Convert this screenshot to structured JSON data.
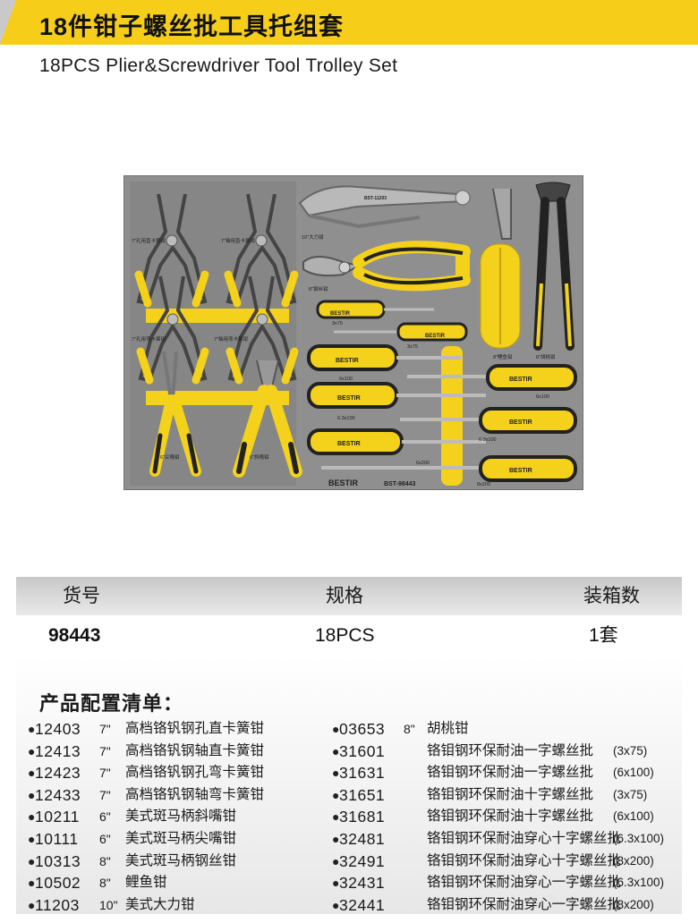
{
  "header": {
    "title_cn": "18件钳子螺丝批工具托组套",
    "title_en": "18PCS Plier&Screwdriver Tool Trolley Set"
  },
  "colors": {
    "accent": "#f6ce1a",
    "tray": "#8f8f8f",
    "table_head": "#d4d4d4"
  },
  "tray_labels": {
    "plier1": "7\"孔用直卡簧钳",
    "plier2": "7\"轴用直卡簧钳",
    "plier3": "7\"孔用弯卡簧钳",
    "plier4": "7\"轴用弯卡簧钳",
    "long_nose": "6\"尖嘴钳",
    "diagonal": "6\"斜嘴钳",
    "locking": "10\"大力钳",
    "combination": "8\"钢丝钳",
    "slip_joint": "8\"鲤鱼钳",
    "end_cutter": "8\"胡桃钳",
    "sd_3x75_a": "3x75",
    "sd_3x75_b": "3x75",
    "sd_6x100_a": "6x100",
    "sd_6x100_b": "6x100",
    "sd_63x100_a": "6.3x100",
    "sd_63x100_b": "6.3x100",
    "sd_6x200": "6x200",
    "sd_8x200": "8x200",
    "brand": "BESTIR",
    "model": "BST-98443",
    "locking_mark": "BST-11203"
  },
  "spec_table": {
    "headers": [
      "货号",
      "规格",
      "装箱数"
    ],
    "row": [
      "98443",
      "18PCS",
      "1套"
    ]
  },
  "contents": {
    "title": "产品配置清单：",
    "left": [
      {
        "code": "12403",
        "size": "7\"",
        "desc": "高档铬钒钢孔直卡簧钳"
      },
      {
        "code": "12413",
        "size": "7\"",
        "desc": "高档铬钒钢轴直卡簧钳"
      },
      {
        "code": "12423",
        "size": "7\"",
        "desc": "高档铬钒钢孔弯卡簧钳"
      },
      {
        "code": "12433",
        "size": "7\"",
        "desc": "高档铬钒钢轴弯卡簧钳"
      },
      {
        "code": "10211",
        "size": "6\"",
        "desc": "美式斑马柄斜嘴钳"
      },
      {
        "code": "10111",
        "size": "6\"",
        "desc": "美式斑马柄尖嘴钳"
      },
      {
        "code": "10313",
        "size": "8\"",
        "desc": "美式斑马柄钢丝钳"
      },
      {
        "code": "10502",
        "size": "8\"",
        "desc": "鲤鱼钳"
      },
      {
        "code": "11203",
        "size": "10\"",
        "desc": "美式大力钳"
      }
    ],
    "right": [
      {
        "code": "03653",
        "size": "8\"",
        "desc": "胡桃钳",
        "dim": ""
      },
      {
        "code": "31601",
        "size": "",
        "desc": "铬钼钢环保耐油一字螺丝批",
        "dim": "(3x75)"
      },
      {
        "code": "31631",
        "size": "",
        "desc": "铬钼钢环保耐油一字螺丝批",
        "dim": "(6x100)"
      },
      {
        "code": "31651",
        "size": "",
        "desc": "铬钼钢环保耐油十字螺丝批",
        "dim": "(3x75)"
      },
      {
        "code": "31681",
        "size": "",
        "desc": "铬钼钢环保耐油十字螺丝批",
        "dim": "(6x100)"
      },
      {
        "code": "32481",
        "size": "",
        "desc": "铬钼钢环保耐油穿心十字螺丝批",
        "dim": "(6.3x100)"
      },
      {
        "code": "32491",
        "size": "",
        "desc": "铬钼钢环保耐油穿心十字螺丝批",
        "dim": "(8x200)"
      },
      {
        "code": "32431",
        "size": "",
        "desc": "铬钼钢环保耐油穿心一字螺丝批",
        "dim": "(6.3x100)"
      },
      {
        "code": "32441",
        "size": "",
        "desc": "铬钼钢环保耐油穿心一字螺丝批",
        "dim": "(8x200)"
      }
    ]
  }
}
